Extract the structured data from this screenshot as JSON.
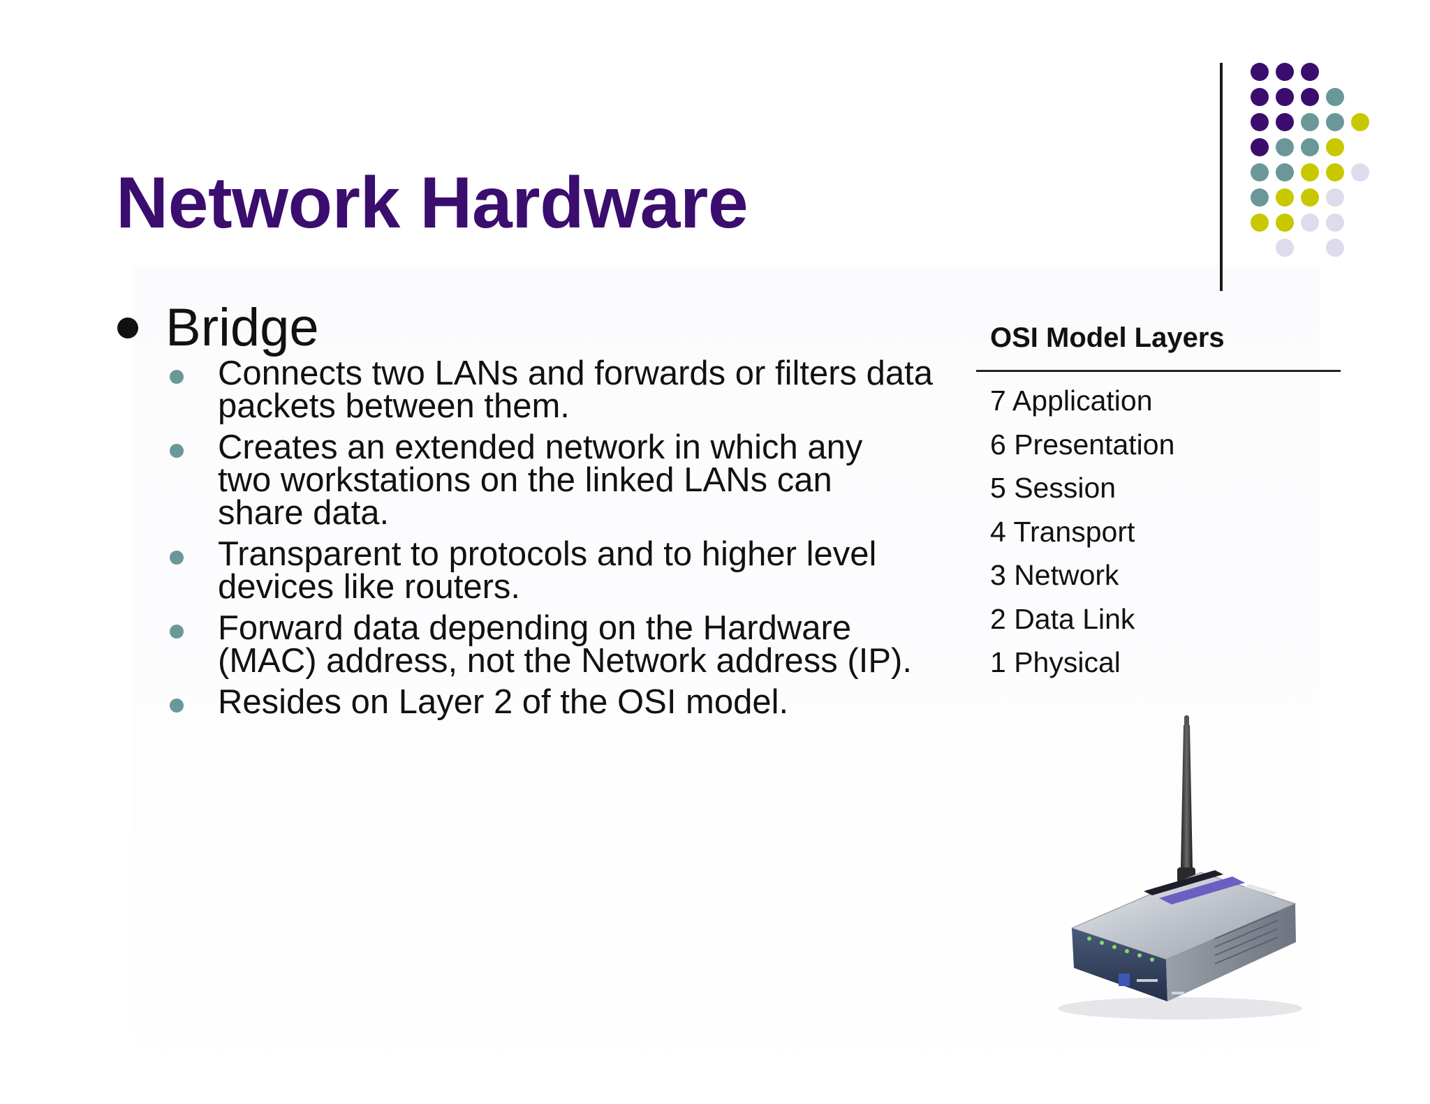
{
  "slide": {
    "title": "Network Hardware",
    "main_bullet": "Bridge",
    "sub_bullets": [
      "Connects two LANs and forwards or filters data packets between them.",
      "Creates an extended network in which any two workstations on the linked LANs can share data.",
      "Transparent to protocols and to higher level devices like routers.",
      "Forward data depending on the Hardware (MAC) address, not the Network address (IP).",
      "Resides on Layer 2 of the OSI model."
    ]
  },
  "osi_table": {
    "title": "OSI Model Layers",
    "layers": [
      "7 Application",
      "6 Presentation",
      "5 Session",
      "4 Transport",
      "3 Network",
      "2 Data Link",
      "1 Physical"
    ]
  },
  "colors": {
    "title": "#3a0d6e",
    "dot_purple": "#3a0d6e",
    "dot_teal": "#6a9898",
    "dot_yellow": "#c8c800",
    "dot_lavender": "#dcdcec"
  },
  "image": {
    "icon": "wireless-router-image"
  }
}
